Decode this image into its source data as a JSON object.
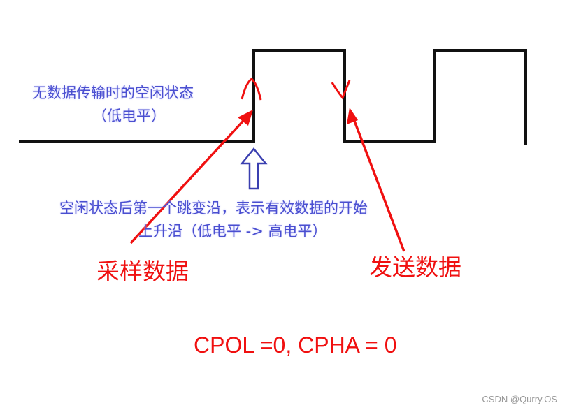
{
  "idle_label": {
    "line1": "无数据传输时的空闲状态",
    "line2": "（低电平）"
  },
  "edge_label": {
    "line1": "空闲状态后第一个跳变沿，表示有效数据的开始",
    "line2": "上升沿（低电平 -> 高电平）"
  },
  "sample_label": "采样数据",
  "send_label": "发送数据",
  "mode_label": "CPOL =0, CPHA = 0",
  "watermark": "CSDN @Qurry.OS",
  "colors": {
    "wave": "#111111",
    "annotation": "#f01010",
    "text": "#4a4fd0"
  }
}
